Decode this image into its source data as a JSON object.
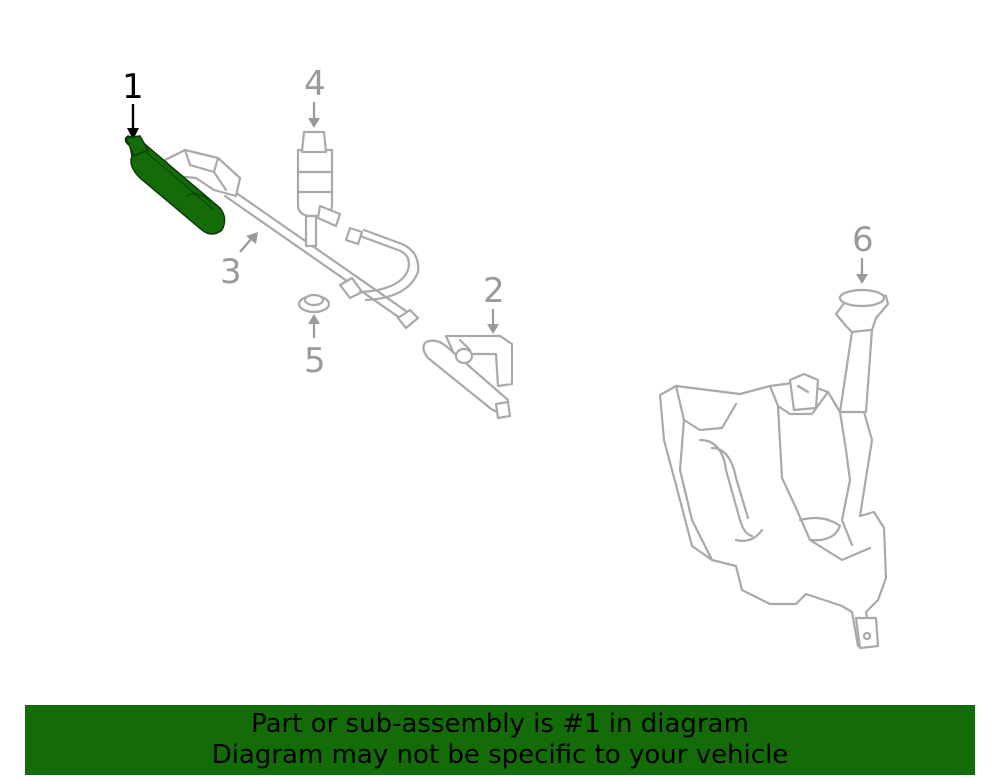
{
  "diagram": {
    "callouts": [
      {
        "id": "1",
        "label": "1",
        "highlighted": true
      },
      {
        "id": "2",
        "label": "2",
        "highlighted": false
      },
      {
        "id": "3",
        "label": "3",
        "highlighted": false
      },
      {
        "id": "4",
        "label": "4",
        "highlighted": false
      },
      {
        "id": "5",
        "label": "5",
        "highlighted": false
      },
      {
        "id": "6",
        "label": "6",
        "highlighted": false
      }
    ],
    "colors": {
      "highlight": "#146c09",
      "line_art": "#a9a9a9",
      "callout_text": "#9a9a9a",
      "active_callout": "#000000"
    }
  },
  "banner": {
    "line1": "Part or sub-assembly is #1 in diagram",
    "line2": "Diagram may not be specific to your vehicle",
    "background": "#146c09"
  }
}
